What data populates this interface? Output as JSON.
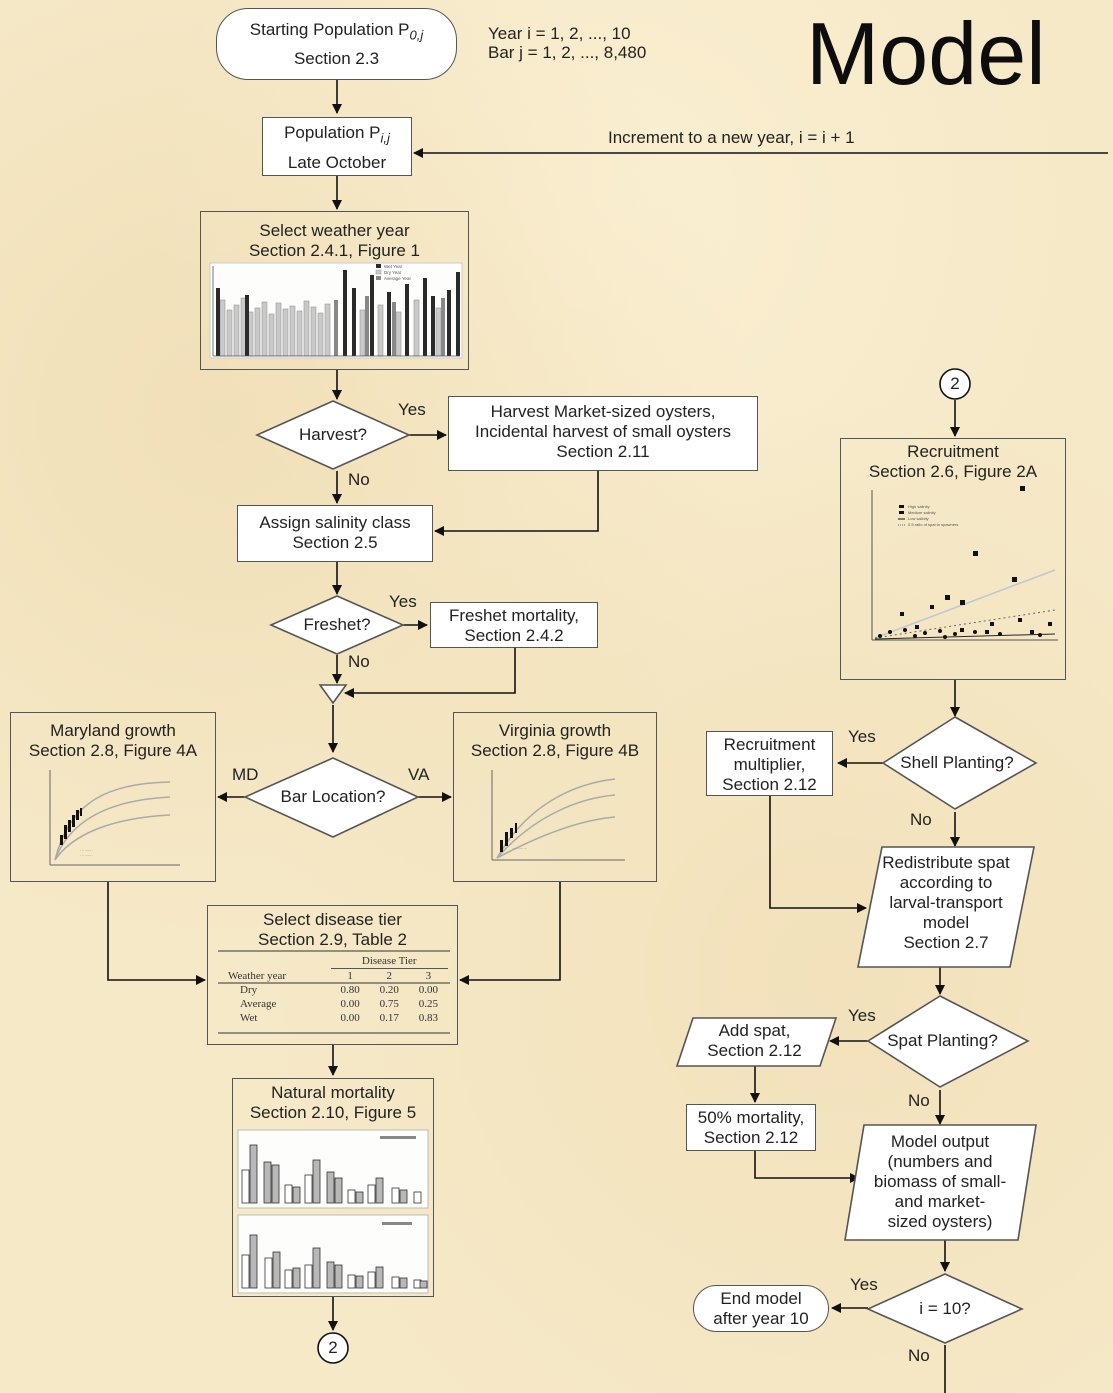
{
  "slide_title": "Model",
  "start": {
    "line1": "Starting Population P",
    "sub": "0,j",
    "line2": "Section 2.3"
  },
  "indices": {
    "year": "Year i = 1, 2, ..., 10",
    "bar": "Bar j = 1, 2, ..., 8,480"
  },
  "population": {
    "line1": "Population P",
    "sub": "i,j",
    "line2": "Late October"
  },
  "increment": "Increment to a new year, i = i + 1",
  "weather": {
    "line1": "Select weather year",
    "line2": "Section 2.4.1, Figure 1",
    "legend": [
      "Wet Year",
      "Dry Year",
      "Average Year"
    ]
  },
  "harvest_q": "Harvest?",
  "harvest_yes": "Yes",
  "harvest_no": "No",
  "harvest_box": {
    "line1": "Harvest Market-sized oysters,",
    "line2": "Incidental harvest of small oysters",
    "line3": "Section 2.11"
  },
  "salinity": {
    "line1": "Assign salinity class",
    "line2": "Section 2.5"
  },
  "freshet_q": "Freshet?",
  "freshet_yes": "Yes",
  "freshet_no": "No",
  "freshet_box": {
    "line1": "Freshet mortality,",
    "line2": "Section 2.4.2"
  },
  "bar_location_q": "Bar Location?",
  "md_label": "MD",
  "va_label": "VA",
  "md_growth": {
    "line1": "Maryland growth",
    "line2": "Section 2.8, Figure 4A"
  },
  "va_growth": {
    "line1": "Virginia growth",
    "line2": "Section 2.8, Figure 4B"
  },
  "disease": {
    "line1": "Select disease tier",
    "line2": "Section 2.9, Table 2",
    "table": {
      "group_header": "Disease Tier",
      "col_header": "Weather year",
      "tiers": [
        "1",
        "2",
        "3"
      ],
      "rows": [
        {
          "label": "Dry",
          "values": [
            "0.80",
            "0.20",
            "0.00"
          ]
        },
        {
          "label": "Average",
          "values": [
            "0.00",
            "0.75",
            "0.25"
          ]
        },
        {
          "label": "Wet",
          "values": [
            "0.00",
            "0.17",
            "0.83"
          ]
        }
      ]
    }
  },
  "natural_mortality": {
    "line1": "Natural mortality",
    "line2": "Section 2.10, Figure 5"
  },
  "connector_label": "2",
  "recruitment": {
    "line1": "Recruitment",
    "line2": "Section 2.6, Figure 2A",
    "legend": [
      "High salinity",
      "Medium salinity",
      "Low salinity",
      "0.5 ratio of spat to spawners"
    ]
  },
  "shell_q": "Shell Planting?",
  "shell_yes": "Yes",
  "shell_no": "No",
  "recruitment_multiplier": {
    "line1": "Recruitment",
    "line2": "multiplier,",
    "line3": "Section 2.12"
  },
  "redistribute": {
    "line1": "Redistribute spat",
    "line2": "according to",
    "line3": "larval-transport",
    "line4": "model",
    "line5": "Section 2.7"
  },
  "spat_q": "Spat Planting?",
  "spat_yes": "Yes",
  "spat_no": "No",
  "add_spat": {
    "line1": "Add spat,",
    "line2": "Section 2.12"
  },
  "fifty_mortality": {
    "line1": "50% mortality,",
    "line2": "Section 2.12"
  },
  "model_output": {
    "line1": "Model output",
    "line2": "(numbers and",
    "line3": "biomass of small-",
    "line4": "and market-",
    "line5": "sized oysters)"
  },
  "end_q": "i = 10?",
  "end_yes": "Yes",
  "end_no": "No",
  "end_model": {
    "line1": "End model",
    "line2": "after year 10"
  }
}
